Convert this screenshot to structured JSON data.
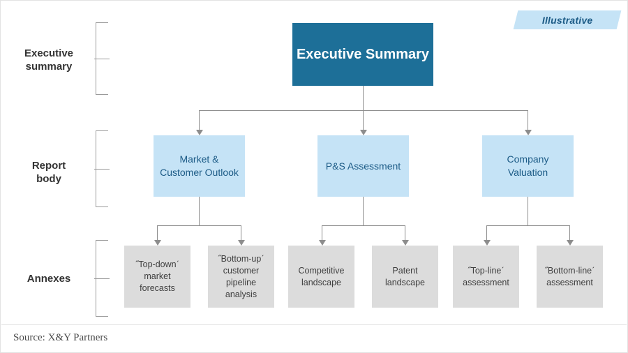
{
  "banner": {
    "label": "Illustrative"
  },
  "colors": {
    "exec_fill": "#1d6f98",
    "body_fill": "#c5e3f6",
    "body_text": "#1c5b86",
    "annex_fill": "#dcdcdc",
    "annex_text": "#3f3f3f",
    "connector": "#8d8d8d",
    "bracket": "#9a9a9a",
    "frame": "#e2e2e2"
  },
  "rows": [
    {
      "id": "executive-summary",
      "label": "Executive\nsummary"
    },
    {
      "id": "report-body",
      "label": "Report\nbody"
    },
    {
      "id": "annexes",
      "label": "Annexes"
    }
  ],
  "row_labels": {
    "executive_summary_line1": "Executive",
    "executive_summary_line2": "summary",
    "report_body_line1": "Report",
    "report_body_line2": "body",
    "annexes": "Annexes"
  },
  "nodes": {
    "executive": {
      "label": "Executive Summary"
    },
    "body": [
      {
        "id": "market-customer-outlook",
        "line1": "Market &",
        "line2": "Customer Outlook"
      },
      {
        "id": "ps-assessment",
        "line1": "P&S Assessment",
        "line2": ""
      },
      {
        "id": "company-valuation",
        "line1": "Company",
        "line2": "Valuation"
      }
    ],
    "annexes": [
      {
        "id": "top-down-market-forecasts",
        "line1": "˝Top-downˊ",
        "line2": "market",
        "line3": "forecasts"
      },
      {
        "id": "bottom-up-customer-pipeline-analysis",
        "line1": "˝Bottom-upˊ",
        "line2": "customer",
        "line3": "pipeline",
        "line4": "analysis"
      },
      {
        "id": "competitive-landscape",
        "line1": "Competitive",
        "line2": "landscape",
        "line3": "",
        "line4": ""
      },
      {
        "id": "patent-landscape",
        "line1": "Patent",
        "line2": "landscape",
        "line3": "",
        "line4": ""
      },
      {
        "id": "top-line-assessment",
        "line1": "˝Top-lineˊ",
        "line2": "assessment",
        "line3": "",
        "line4": ""
      },
      {
        "id": "bottom-line-assessment",
        "line1": "˝Bottom-lineˊ",
        "line2": "assessment",
        "line3": "",
        "line4": ""
      }
    ]
  },
  "footer": {
    "source": "Source: X&Y Partners"
  }
}
